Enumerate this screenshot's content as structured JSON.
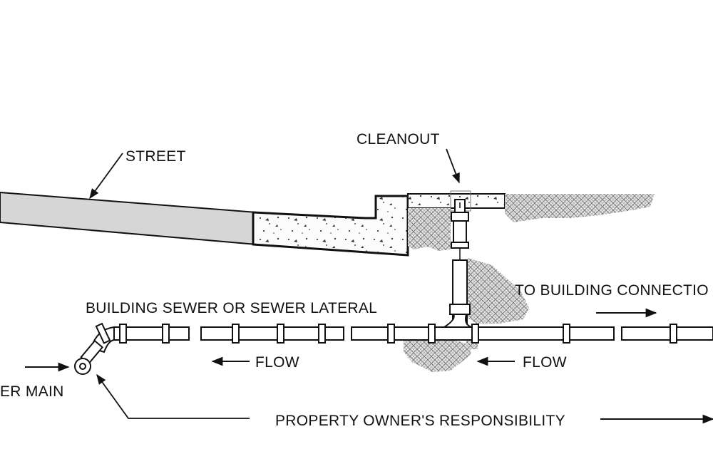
{
  "labels": {
    "street": "STREET",
    "cleanout": "CLEANOUT",
    "to_building": "TO BUILDING CONNECTIO",
    "lateral": "BUILDING SEWER OR SEWER LATERAL",
    "flow_left": "FLOW",
    "flow_right": "FLOW",
    "main": "ER MAIN",
    "responsibility": "PROPERTY OWNER'S RESPONSIBILITY"
  },
  "colors": {
    "ink": "#111111",
    "street_fill": "#d6d6d6",
    "soil_hatch": "#8a8a8a",
    "background": "#ffffff"
  },
  "icons": [
    "cleanout-riser-icon",
    "sewer-main-pipe-icon"
  ]
}
